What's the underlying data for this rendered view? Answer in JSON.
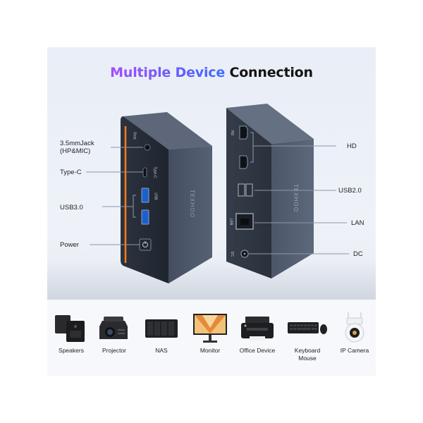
{
  "title": {
    "part1": "Multiple Device",
    "part2": "Connection"
  },
  "left_labels": {
    "jack_line1": "3.5mmJack",
    "jack_line2": "(HP&MIC)",
    "typec": "Type-C",
    "usb3": "USB3.0",
    "power": "Power"
  },
  "right_labels": {
    "hd": "HD",
    "usb2": "USB2.0",
    "lan": "LAN",
    "dc": "DC"
  },
  "port_print": {
    "rest": "Rest",
    "typec": "Type-C",
    "usb": "USB",
    "hd": "HD",
    "lan": "LAN",
    "dc": "DC"
  },
  "devices": {
    "speakers": "Speakers",
    "projector": "Projector",
    "nas": "NAS",
    "monitor": "Monitor",
    "office": "Office Device",
    "keyboard_line1": "Keyboard",
    "keyboard_line2": "Mouse",
    "camera": "IP Camera"
  },
  "colors": {
    "accent": "#ff7a1a",
    "box": "#3d4656",
    "title_grad_start": "#a54cff",
    "title_grad_end": "#3e6dff"
  }
}
